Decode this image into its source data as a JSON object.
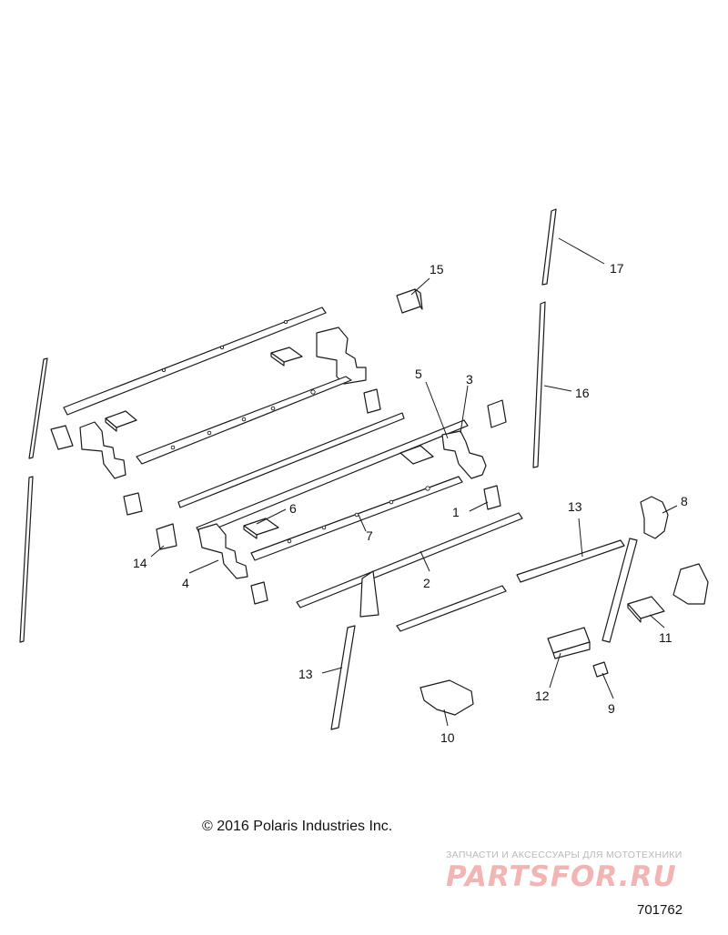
{
  "callouts": {
    "c1": "1",
    "c2": "2",
    "c3": "3",
    "c4": "4",
    "c5": "5",
    "c6": "6",
    "c7": "7",
    "c8": "8",
    "c9": "9",
    "c10": "10",
    "c11": "11",
    "c12": "12",
    "c13a": "13",
    "c13b": "13",
    "c14": "14",
    "c15": "15",
    "c16": "16",
    "c17": "17"
  },
  "copyright": "© 2016 Polaris Industries Inc.",
  "watermark": {
    "tagline": "ЗАПЧАСТИ И АКСЕССУАРЫ ДЛЯ МОТОТЕХНИКИ",
    "logo": "PARTSFOR.RU"
  },
  "drawing_number": "701762",
  "colors": {
    "line": "#1a1a1a",
    "watermark_logo": "#f3b4b4",
    "watermark_text": "#b9b9b9"
  }
}
